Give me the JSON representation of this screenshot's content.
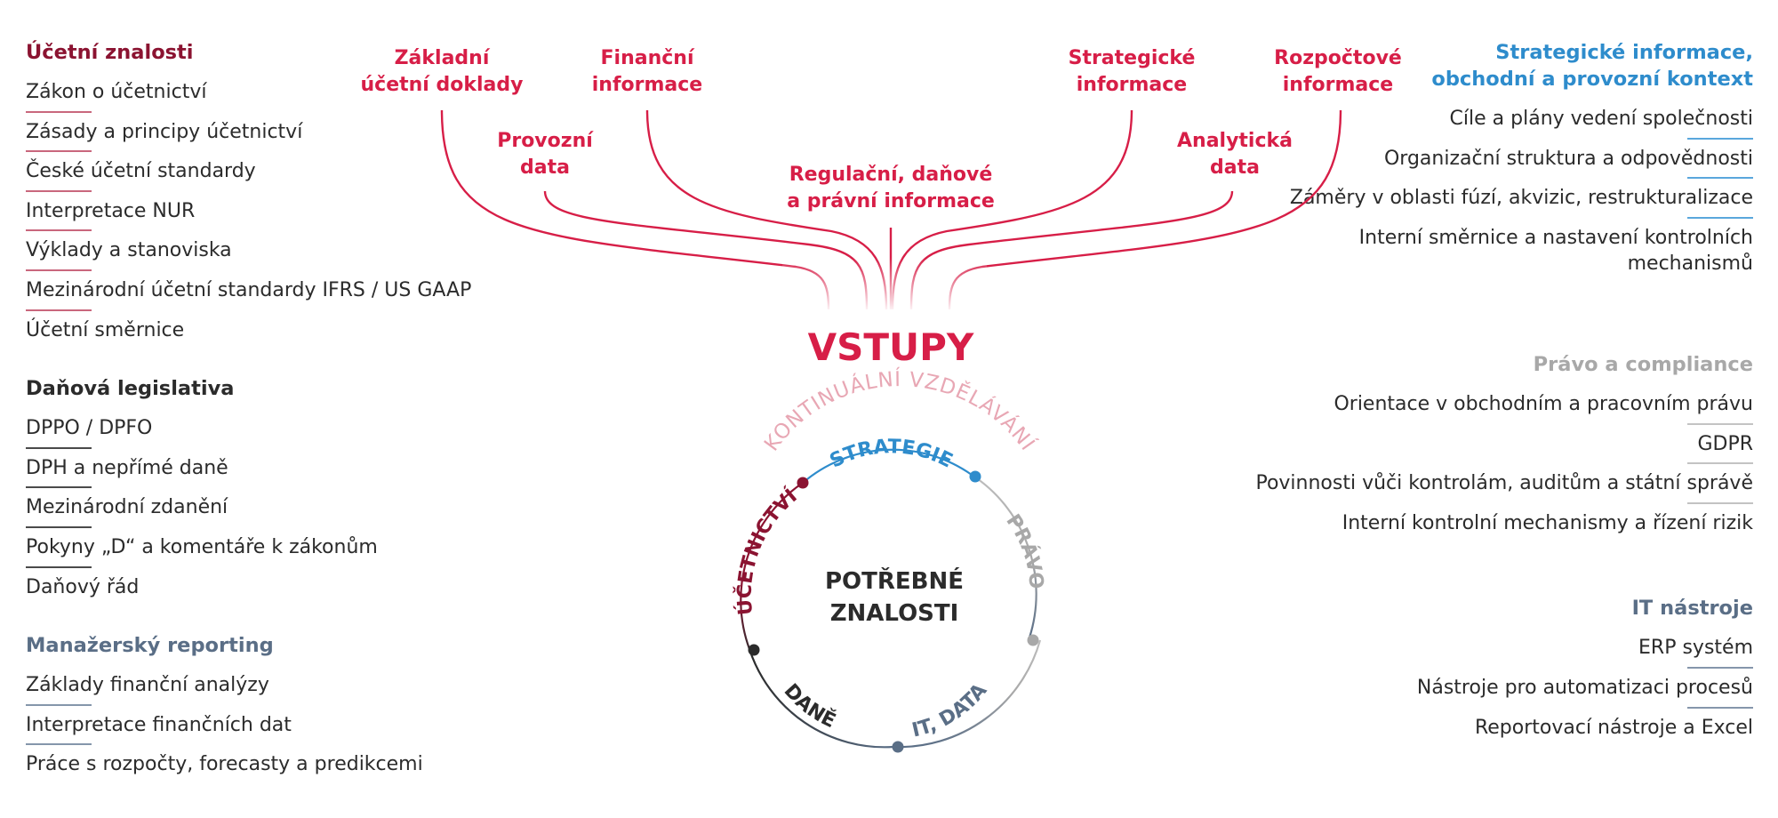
{
  "colors": {
    "accent": "#d71e47",
    "accounting": "#8b1331",
    "dark": "#2b2b2b",
    "slate": "#5a6e86",
    "blue": "#2e8ccc",
    "gray": "#a8a8a8",
    "pink": "#e8a7b4",
    "accounting_rule": "#c9677d",
    "tax_rule": "#4a4a4a",
    "reporting_rule": "#8596ab",
    "strategy_rule": "#5aa7dc",
    "law_rule": "#c3c3c3",
    "it_rule": "#8596ab"
  },
  "left": [
    {
      "heading": "Účetní znalosti",
      "items": [
        "Zákon o účetnictví",
        "Zásady a principy účetnictví",
        "České účetní standardy",
        "Interpretace NUR",
        "Výklady a stanoviska",
        "Mezinárodní účetní standardy IFRS / US GAAP",
        "Účetní směrnice"
      ]
    },
    {
      "heading": "Daňová legislativa",
      "items": [
        "DPPO / DPFO",
        "DPH a nepřímé daně",
        "Mezinárodní zdanění",
        "Pokyny „D“ a komentáře k zákonům",
        "Daňový řád"
      ]
    },
    {
      "heading": "Manažerský reporting",
      "items": [
        "Základy finanční analýzy",
        "Interpretace finančních dat",
        "Práce s rozpočty, forecasty a predikcemi"
      ]
    }
  ],
  "right": [
    {
      "heading_line1": "Strategické informace,",
      "heading_line2": "obchodní a provozní kontext",
      "items": [
        "Cíle a plány vedení společnosti",
        "Organizační struktura a odpovědnosti",
        "Záměry v oblasti fúzí, akvizic, restrukturalizace"
      ],
      "item4_line1": "Interní směrnice a nastavení kontrolních",
      "item4_line2": "mechanismů"
    },
    {
      "heading": "Právo a compliance",
      "items": [
        "Orientace v obchodním a pracovním právu",
        "GDPR",
        "Povinnosti vůči kontrolám, auditům a státní správě",
        "Interní kontrolní mechanismy a řízení rizik"
      ]
    },
    {
      "heading": "IT nástroje",
      "items": [
        "ERP systém",
        "Nástroje pro automatizaci procesů",
        "Reportovací nástroje a Excel"
      ]
    }
  ],
  "inputs": {
    "basic_docs": [
      "Základní",
      "účetní doklady"
    ],
    "operational": [
      "Provozní",
      "data"
    ],
    "financial": [
      "Finanční",
      "informace"
    ],
    "regulatory": [
      "Regulační, daňové",
      "a právní informace"
    ],
    "strategic": [
      "Strategické",
      "informace"
    ],
    "analytical": [
      "Analytická",
      "data"
    ],
    "budget": [
      "Rozpočtové",
      "informace"
    ]
  },
  "vstupy": "VSTUPY",
  "wheel": {
    "outer_label": "KONTINUÁLNÍ VZDĚLÁVÁNÍ",
    "segments": {
      "strategy": "STRATEGIE",
      "law": "PRÁVO",
      "it": "IT, DATA",
      "tax": "DANĚ",
      "accounting": "ÚČETNICTVÍ"
    },
    "center_line1": "POTŘEBNÉ",
    "center_line2": "ZNALOSTI"
  }
}
